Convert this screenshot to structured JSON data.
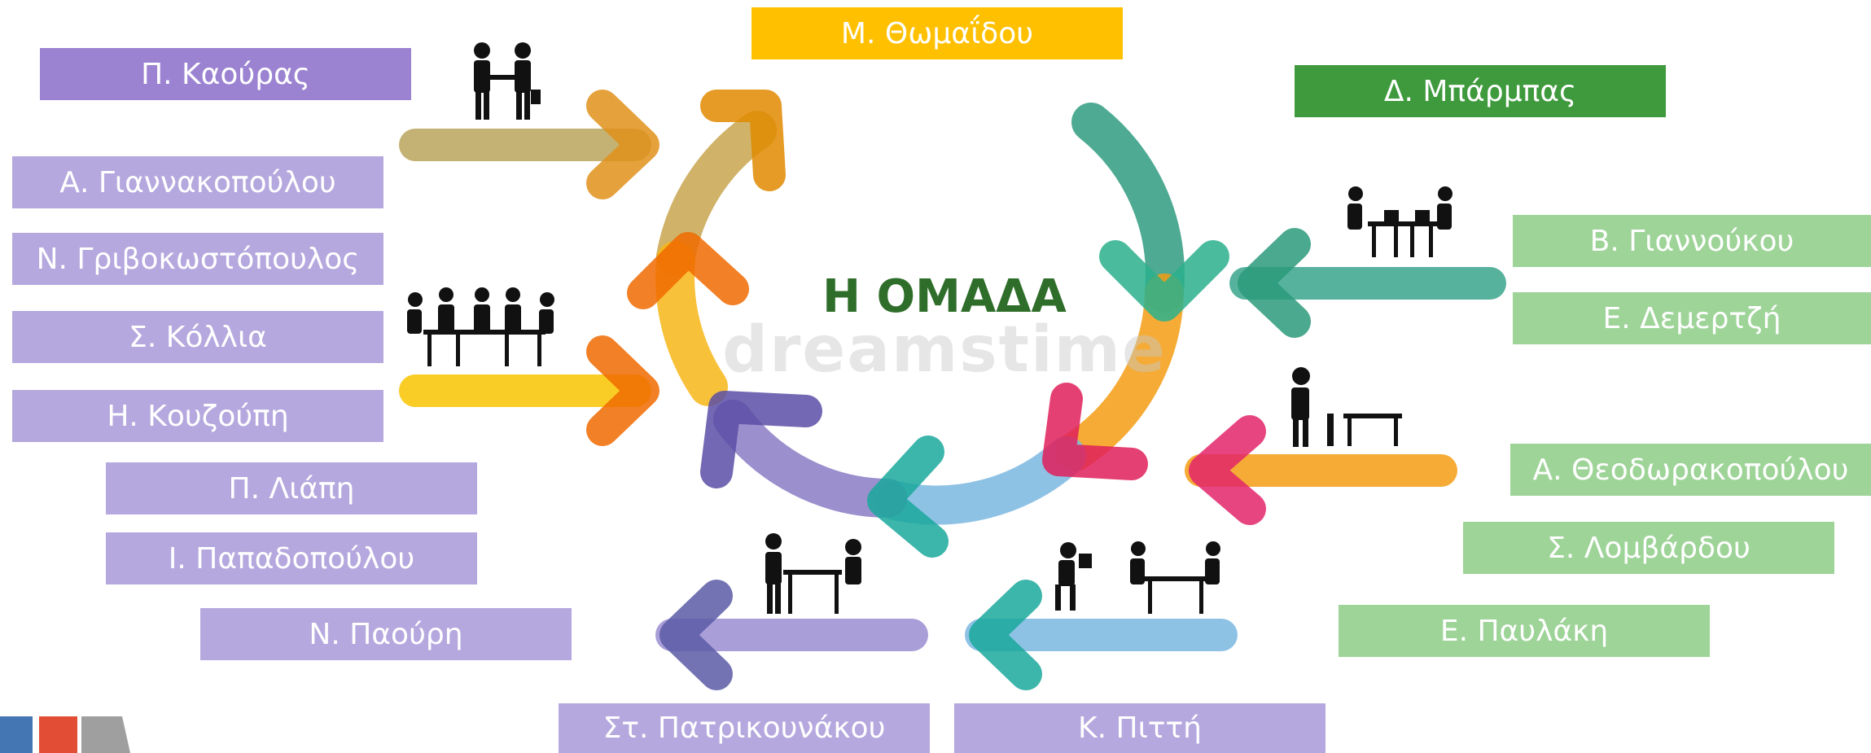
{
  "title": "Η ΟΜΑΔΑ",
  "watermark": "dreamstime",
  "top_names": {
    "thomaidou": "Μ. Θωμαΐδου",
    "barmpas": "Δ. Μπάρμπας",
    "kaouras": "Π. Καούρας"
  },
  "left_names": [
    "Α. Γιαννακοπούλου",
    "Ν. Γριβοκωστόπουλος",
    "Σ. Κόλλια",
    "Η. Κουζούπη",
    "Π. Λιάπη",
    "Ι. Παπαδοπούλου",
    "Ν. Παούρη"
  ],
  "right_names": [
    "Β. Γιαννούκου",
    "Ε. Δεμερτζή",
    "Α. Θεοδωρακοπούλου",
    "Σ. Λομβάρδου",
    "Ε. Παυλάκη"
  ],
  "bottom_names": [
    "Στ. Πατρικουνάκου",
    "Κ. Πιττή"
  ],
  "colors": {
    "lavender": "#b5a8de",
    "lavender_dark": "#9b83d2",
    "mint": "#9ed498",
    "green": "#3e9a3c",
    "amber": "#ffc000",
    "title": "#2f6e2a"
  }
}
